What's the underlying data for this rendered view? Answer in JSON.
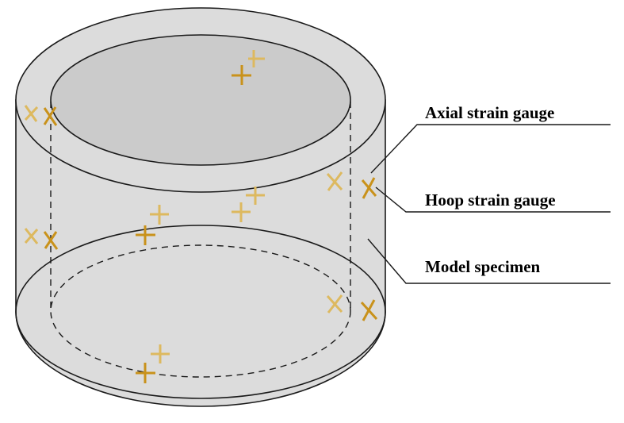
{
  "labels": {
    "axial": "Axial strain gauge",
    "hoop": "Hoop strain gauge",
    "specimen": "Model specimen"
  },
  "colors": {
    "cylinder_fill": "#dcdcdc",
    "top_inner_fill": "#cbcbcb",
    "outline": "#1a1a1a",
    "gauge_front": "#c9921b",
    "gauge_back": "#ddb95f"
  }
}
